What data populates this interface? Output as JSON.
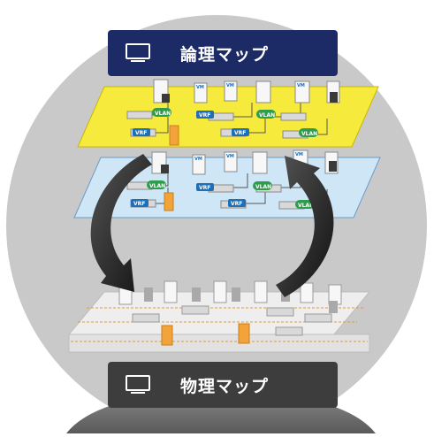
{
  "logical_banner": {
    "label": "論理マップ",
    "icon": "monitor-icon",
    "color": "#1c2a66"
  },
  "physical_banner": {
    "label": "物理マップ",
    "icon": "monitor-icon",
    "color": "#3d3d3d"
  },
  "badges": {
    "vlan": "VLAN",
    "vrf": "VRF",
    "vm": "VM"
  },
  "colors": {
    "circle": "#c8c8c8",
    "yellow_layer": "#f6ea3c",
    "blue_layer": "#cfe6f7",
    "firewall": "#f2a33a",
    "arrow": "#2b2b2b"
  }
}
